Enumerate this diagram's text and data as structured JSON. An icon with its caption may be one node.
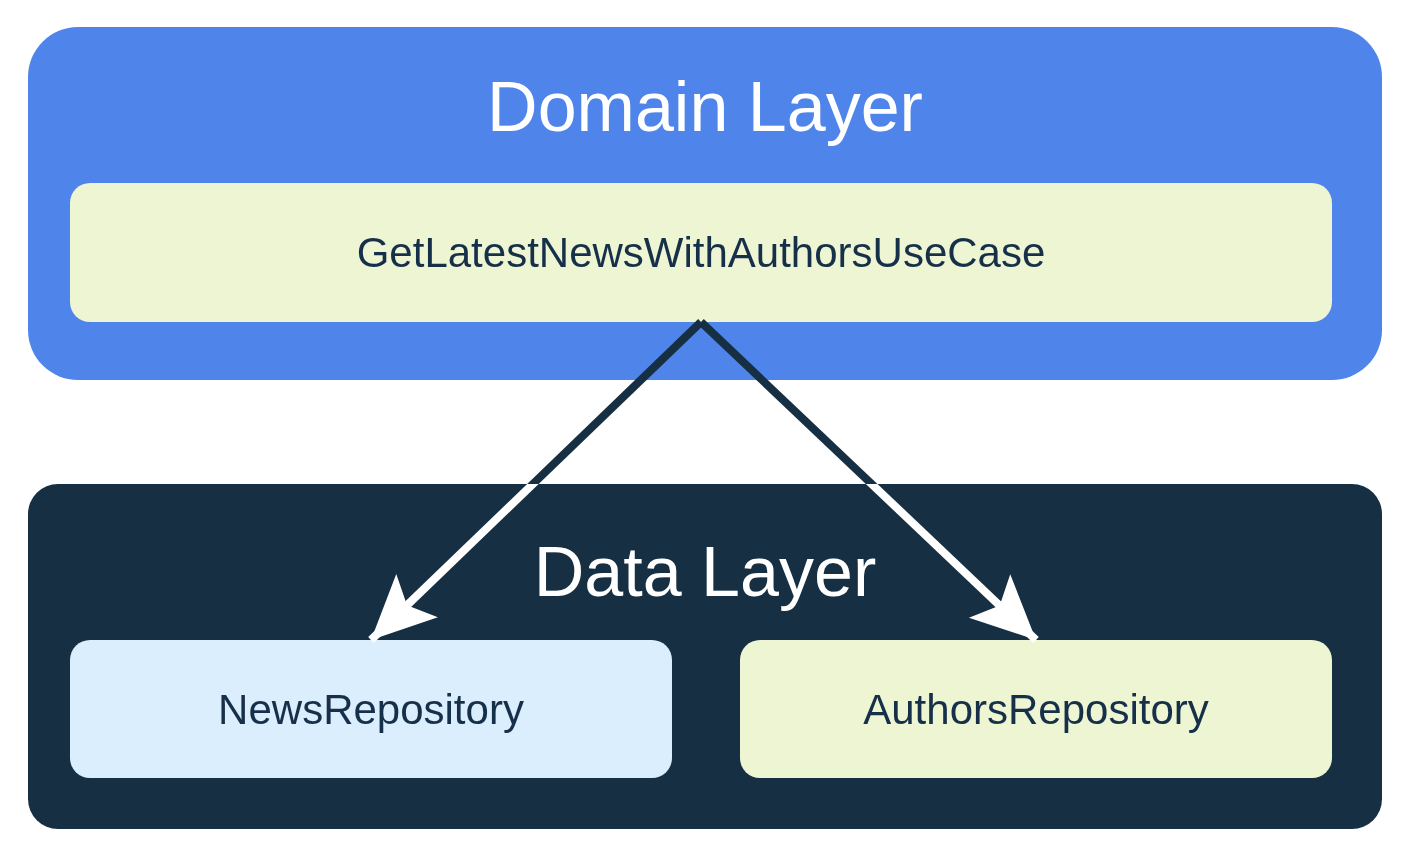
{
  "diagram": {
    "nodes": [
      {
        "text": [
          "Domain Layer"
        ]
      },
      {
        "text": [
          "GetLatestNewsWithAuthorsUseCase"
        ],
        "in": 0
      },
      {
        "text": [
          "Data Layer"
        ]
      },
      {
        "text": [
          "NewsRepository"
        ],
        "in": 2
      },
      {
        "text": [
          "AuthorsRepository"
        ],
        "in": 2
      }
    ],
    "edges": [
      {
        "from": 1,
        "to": 3,
        "arrow": "to"
      },
      {
        "from": 1,
        "to": 4,
        "arrow": "to"
      }
    ]
  }
}
